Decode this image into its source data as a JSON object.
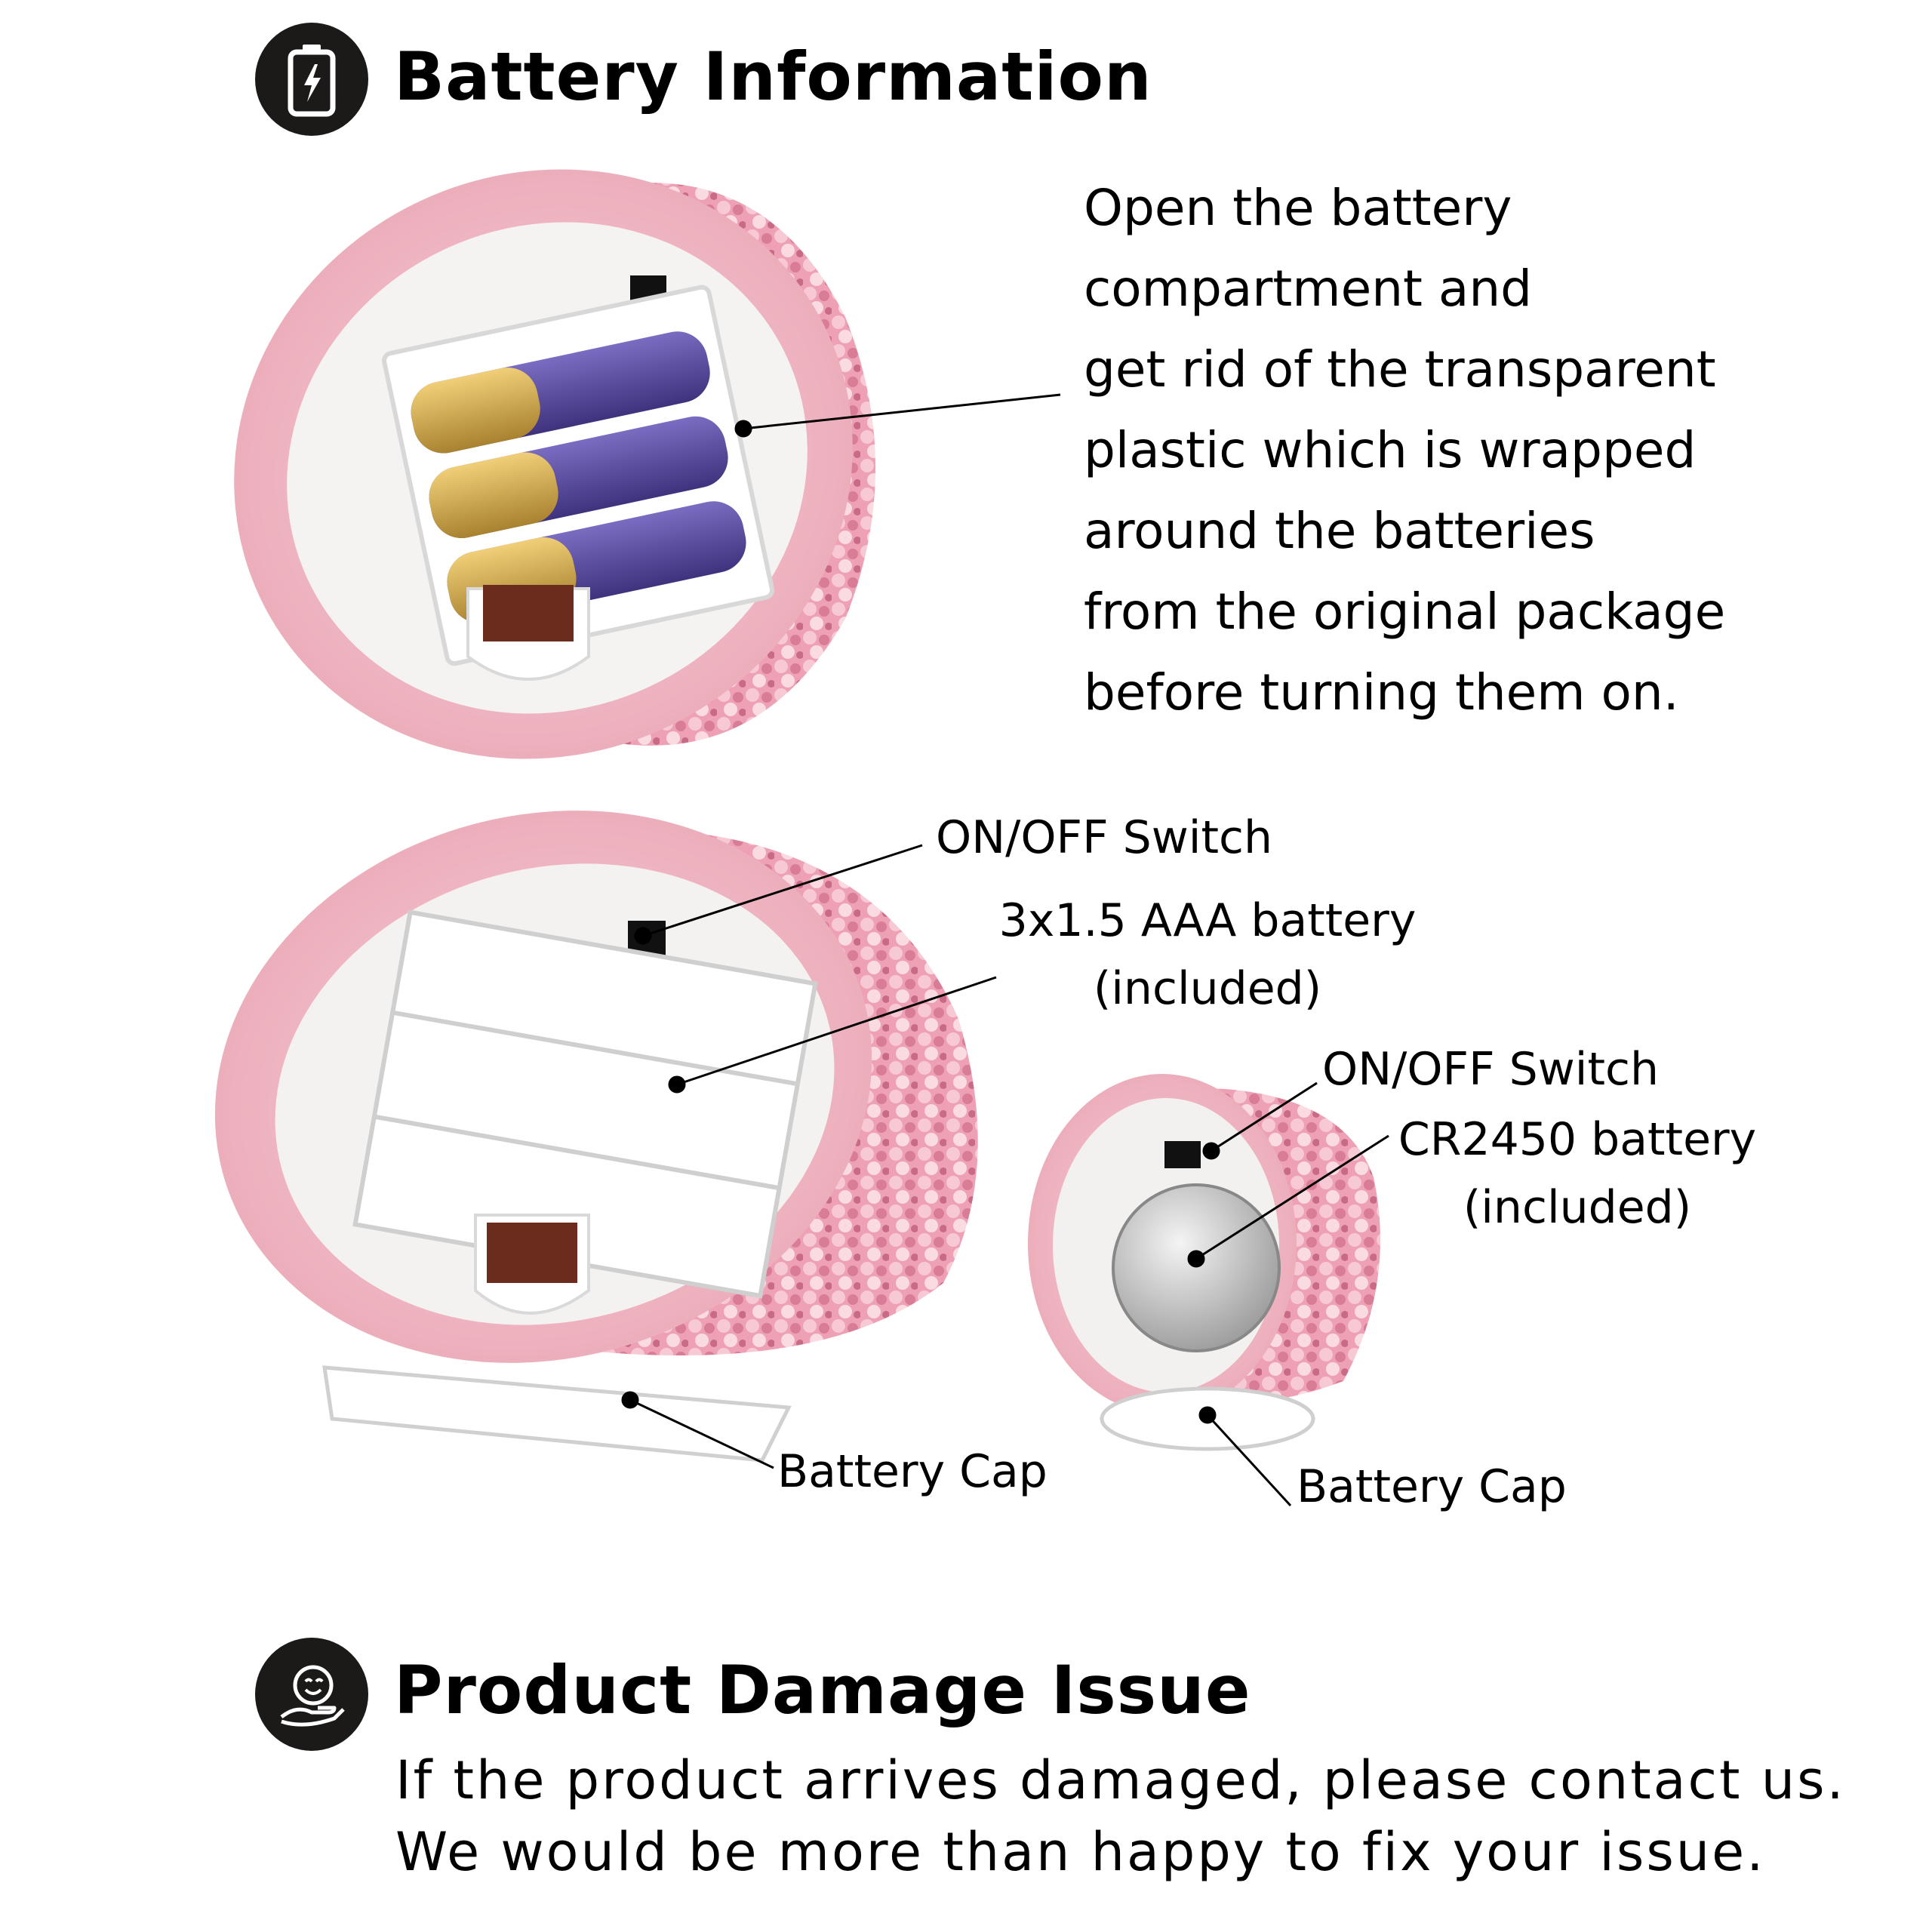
{
  "battery_info": {
    "title": "Battery Information",
    "icon": "battery-charging-icon",
    "instructions": [
      "Open the battery",
      "compartment and",
      "get rid of the transparent",
      "plastic which is wrapped",
      "around the batteries",
      "from the original package",
      "before turning them on."
    ]
  },
  "callouts": {
    "large_switch": "ON/OFF Switch",
    "aaa_battery": [
      "3x1.5 AAA battery",
      "(included)"
    ],
    "large_cap": "Battery Cap",
    "small_switch": "ON/OFF Switch",
    "coin_battery": [
      "CR2450 battery",
      "(included)"
    ],
    "small_cap": "Battery Cap"
  },
  "damage": {
    "title": "Product Damage Issue",
    "icon": "smile-hand-icon",
    "lines": [
      "If the product arrives damaged, please contact us.",
      "We would be more than happy to fix your issue."
    ]
  },
  "colors": {
    "badge": "#1c1919",
    "candle_pink": "#f3b7c3",
    "sequin_pink": "#e98aa3",
    "battery_purple": "#5a4b9e",
    "battery_gold": "#c9a24a"
  }
}
